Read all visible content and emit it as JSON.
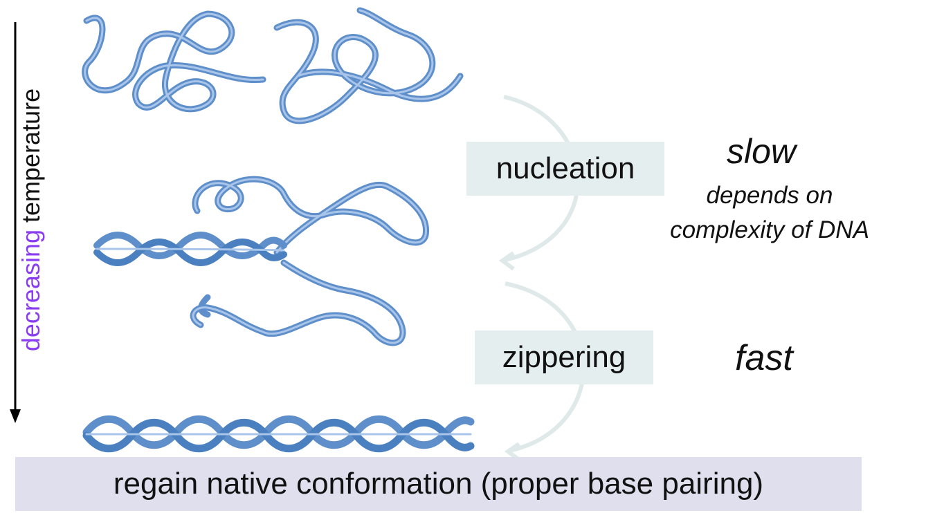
{
  "axis": {
    "accent_word": "decreasing",
    "rest": " temperature",
    "accent_color": "#8a3cf0"
  },
  "steps": {
    "nucleation": "nucleation",
    "zippering": "zippering"
  },
  "rates": {
    "slow": "slow",
    "slow_detail_line1": "depends on",
    "slow_detail_line2": "complexity of DNA",
    "fast": "fast"
  },
  "result": "regain native conformation (proper base pairing)",
  "colors": {
    "dna_ribbon": "#5f8fca",
    "dna_ribbon_light": "#a9c6ea",
    "arrow": "#dfe9e9",
    "step_box": "#e5eeee",
    "result_box": "#dfdfee"
  }
}
